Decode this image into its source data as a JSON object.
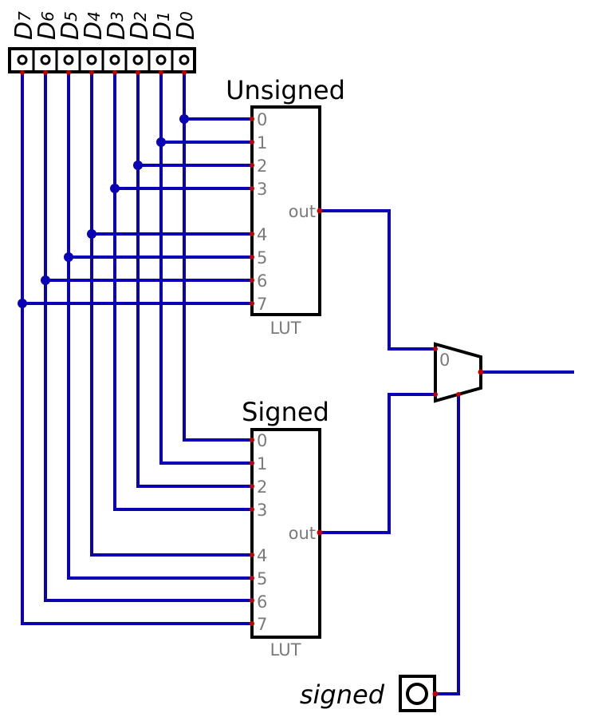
{
  "inputs": {
    "labels": [
      {
        "letter": "D",
        "sub": "7"
      },
      {
        "letter": "D",
        "sub": "6"
      },
      {
        "letter": "D",
        "sub": "5"
      },
      {
        "letter": "D",
        "sub": "4"
      },
      {
        "letter": "D",
        "sub": "3"
      },
      {
        "letter": "D",
        "sub": "2"
      },
      {
        "letter": "D",
        "sub": "1"
      },
      {
        "letter": "D",
        "sub": "0"
      }
    ]
  },
  "luts": [
    {
      "title": "Unsigned",
      "inputs": [
        "0",
        "1",
        "2",
        "3",
        "4",
        "5",
        "6",
        "7"
      ],
      "output": "out",
      "caption": "LUT"
    },
    {
      "title": "Signed",
      "inputs": [
        "0",
        "1",
        "2",
        "3",
        "4",
        "5",
        "6",
        "7"
      ],
      "output": "out",
      "caption": "LUT"
    }
  ],
  "mux": {
    "label": "0"
  },
  "select_input": {
    "label": "signed"
  },
  "colors": {
    "wire": "#0a00b4",
    "pin": "#c00000",
    "text_gray": "#7a7a7a"
  }
}
